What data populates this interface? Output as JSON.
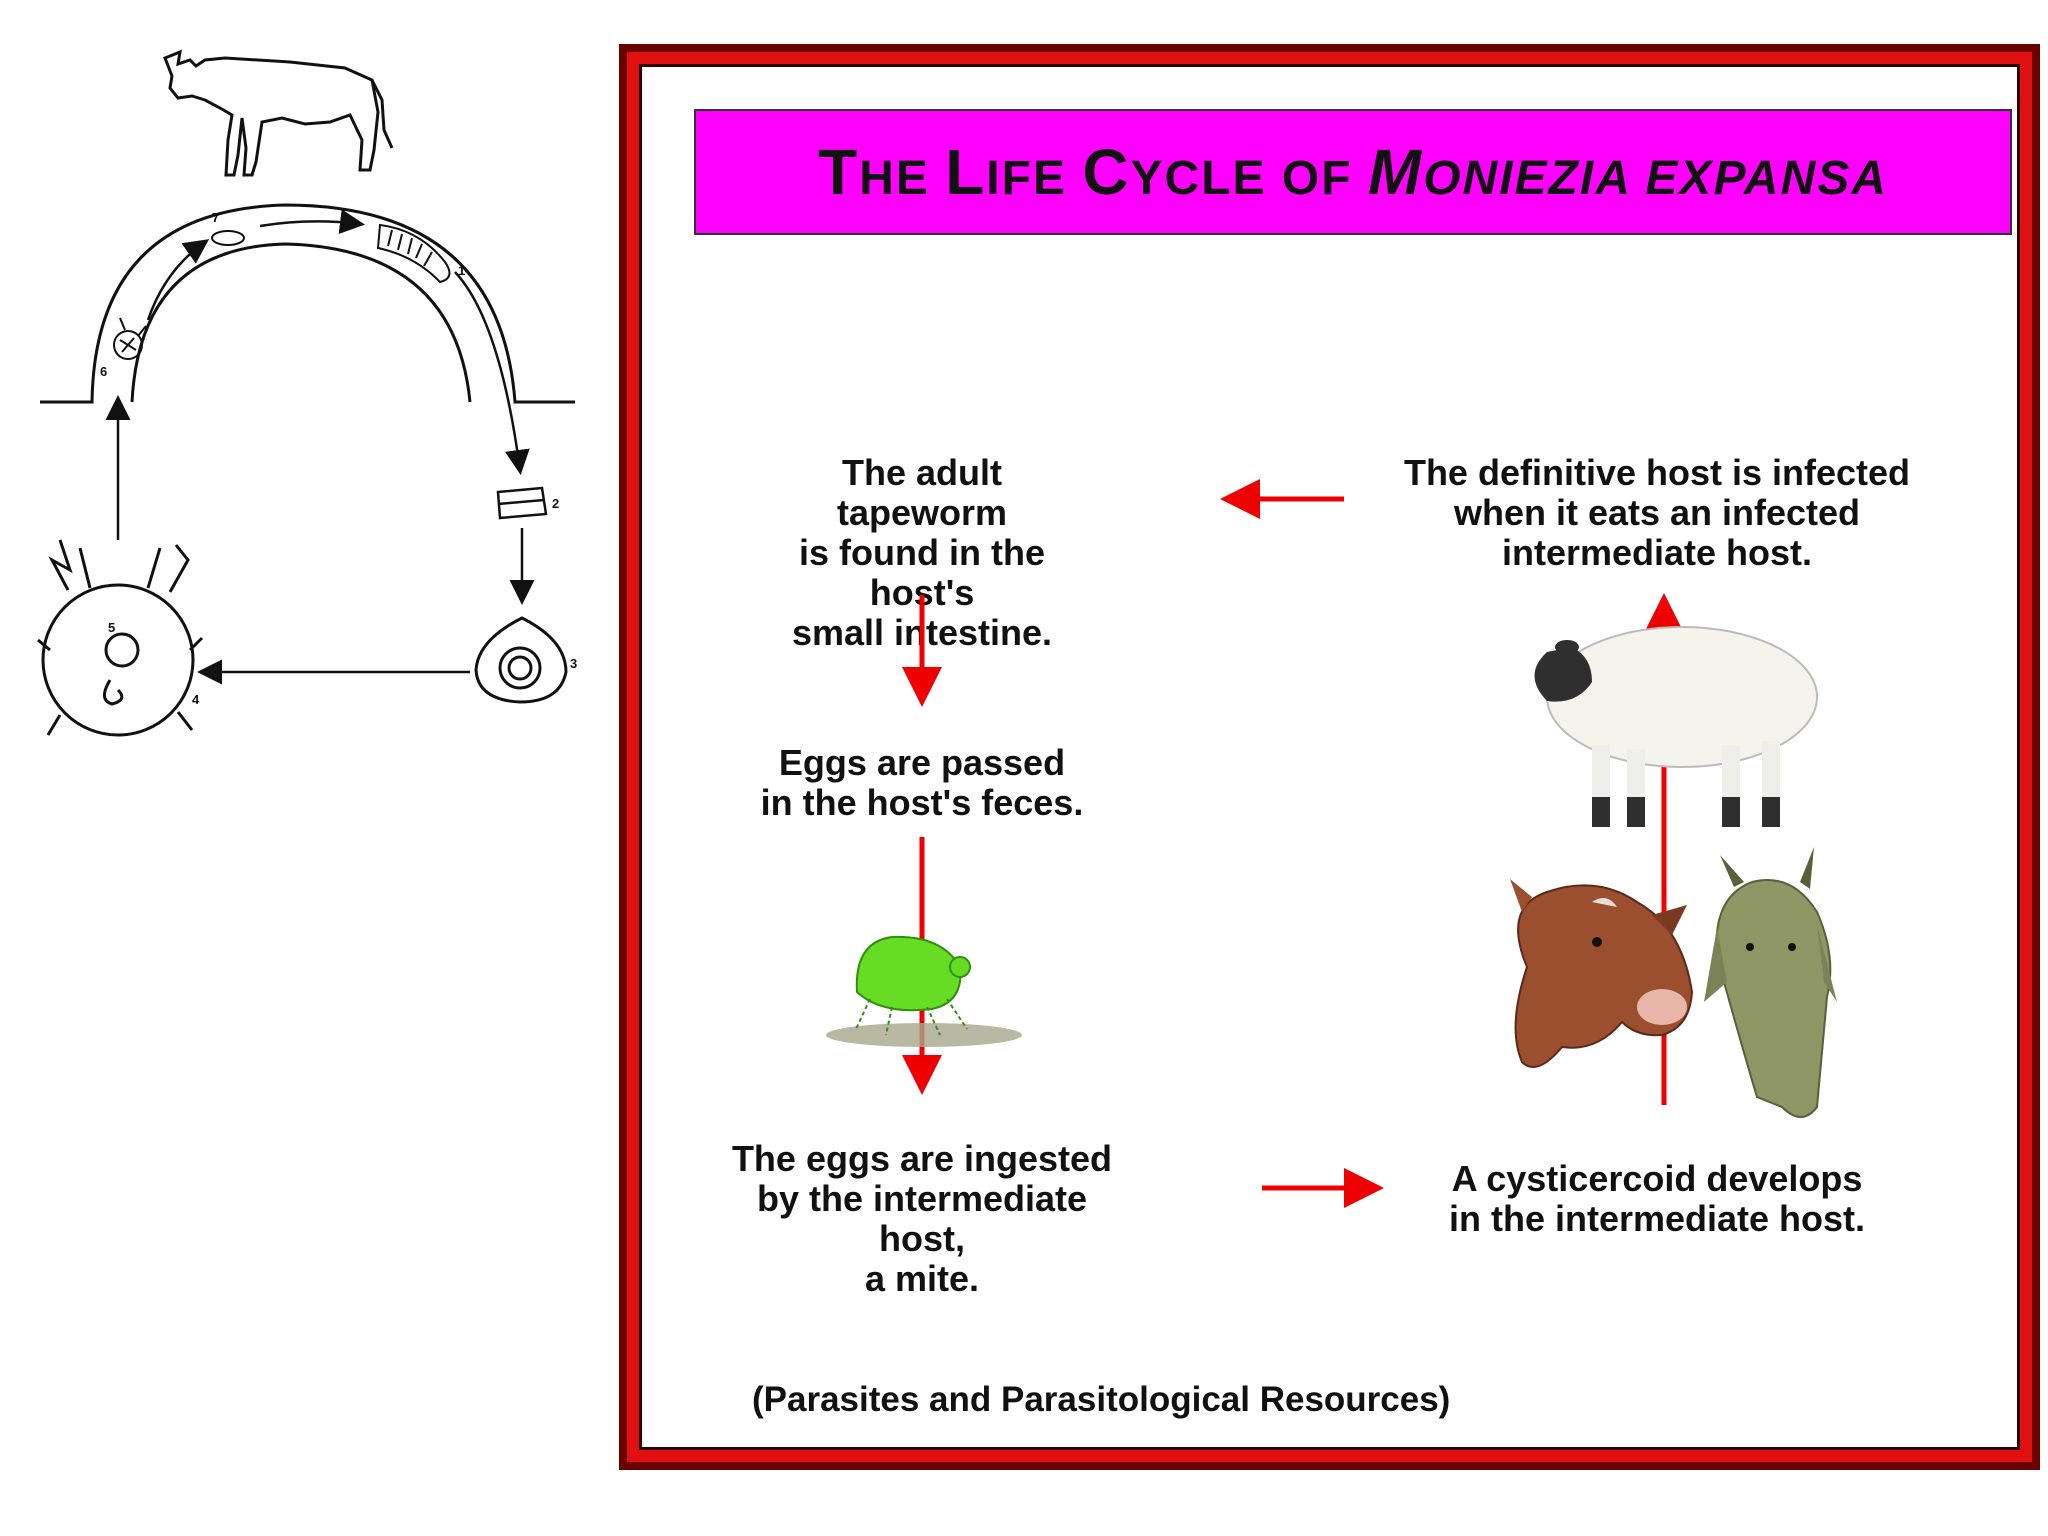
{
  "title": {
    "parts": [
      {
        "text": "T",
        "size": "big",
        "italic": false
      },
      {
        "text": "HE ",
        "size": "small",
        "italic": false
      },
      {
        "text": "L",
        "size": "big",
        "italic": false
      },
      {
        "text": "IFE ",
        "size": "small",
        "italic": false
      },
      {
        "text": "C",
        "size": "big",
        "italic": false
      },
      {
        "text": "YCLE OF ",
        "size": "small",
        "italic": false
      },
      {
        "text": "M",
        "size": "big",
        "italic": true
      },
      {
        "text": "ONIEZIA EXPANSA",
        "size": "small",
        "italic": true
      }
    ]
  },
  "steps": {
    "adult": "The adult tapeworm\nis found in the host's\nsmall intestine.",
    "definitive": "The definitive host is infected\nwhen it eats an infected\nintermediate host.",
    "eggs_passed": "Eggs are passed\nin the host's feces.",
    "ingested": "The eggs are ingested\nby the intermediate host,\na mite.",
    "cysticercoid": "A cysticercoid develops\nin the intermediate host."
  },
  "citation": "(Parasites and Parasitological Resources)",
  "left_diagram": {
    "stage_numbers": [
      "1",
      "2",
      "3",
      "4",
      "5",
      "6",
      "7"
    ]
  },
  "colors": {
    "title_bg": "#ff00ff",
    "arrow": "#ee0000",
    "frame": "#e01010"
  }
}
